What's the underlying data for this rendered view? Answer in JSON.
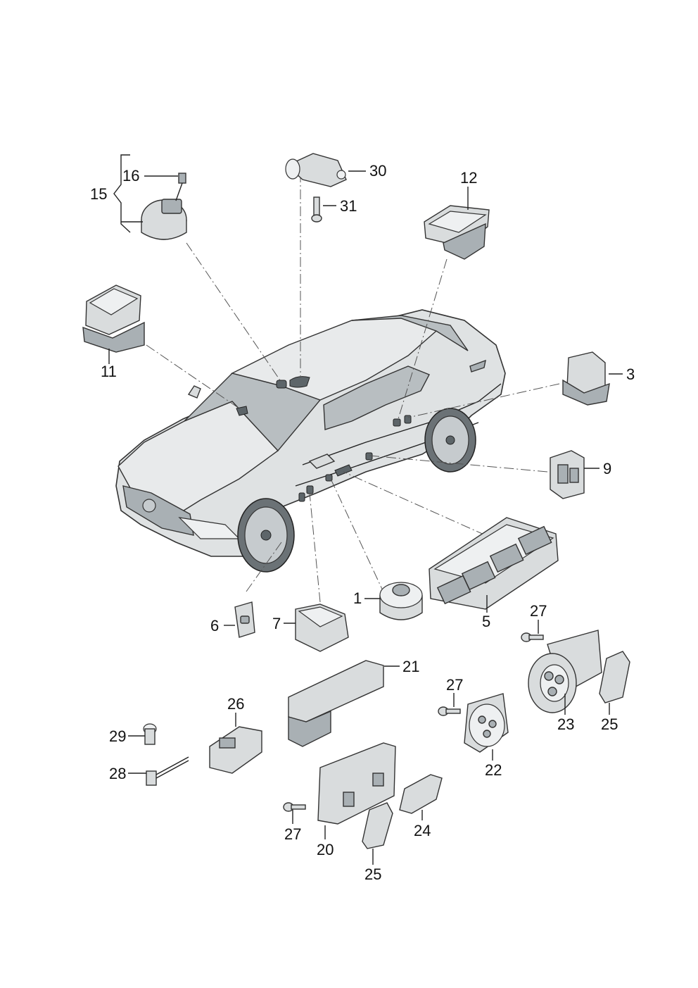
{
  "labels": {
    "p1": "1",
    "p3": "3",
    "p5": "5",
    "p6": "6",
    "p7": "7",
    "p9": "9",
    "p11": "11",
    "p12": "12",
    "p15": "15",
    "p16": "16",
    "p20": "20",
    "p21": "21",
    "p22": "22",
    "p23": "23",
    "p24": "24",
    "p25a": "25",
    "p25b": "25",
    "p26": "26",
    "p27a": "27",
    "p27b": "27",
    "p27c": "27",
    "p28": "28",
    "p29": "29",
    "p30": "30",
    "p31": "31"
  },
  "colors": {
    "part_fill": "#d9dcdd",
    "part_dark": "#a9b0b4",
    "car_body": "#dfe2e3",
    "glass": "#b8bec1",
    "outline": "#333333"
  }
}
